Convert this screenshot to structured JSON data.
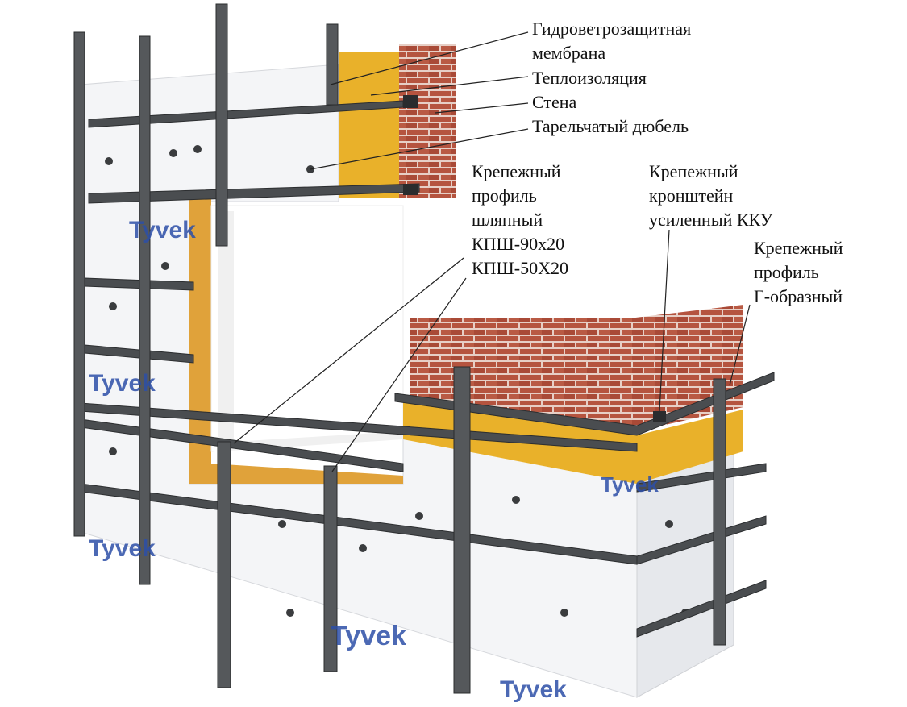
{
  "colors": {
    "membrane": "#f4f5f7",
    "insulation": "#e9b12a",
    "brick": "#b5543f",
    "mortar": "#e7cfc6",
    "profile": "#505356",
    "brand_print": "#2d4fa8"
  },
  "labels": {
    "membrane": [
      "Гидроветрозащитная",
      "мембрана"
    ],
    "insulation": "Теплоизоляция",
    "wall": "Стена",
    "dowel": "Тарельчатый дюбель",
    "hat_profile": [
      "Крепежный",
      "профиль",
      "шляпный",
      "КПШ-90х20",
      "КПШ-50Х20"
    ],
    "bracket": [
      "Крепежный",
      "кронштейн",
      "усиленный ККУ"
    ],
    "l_profile": [
      "Крепежный",
      "профиль",
      "Г-образный"
    ]
  },
  "membrane_print": "Tyvek"
}
